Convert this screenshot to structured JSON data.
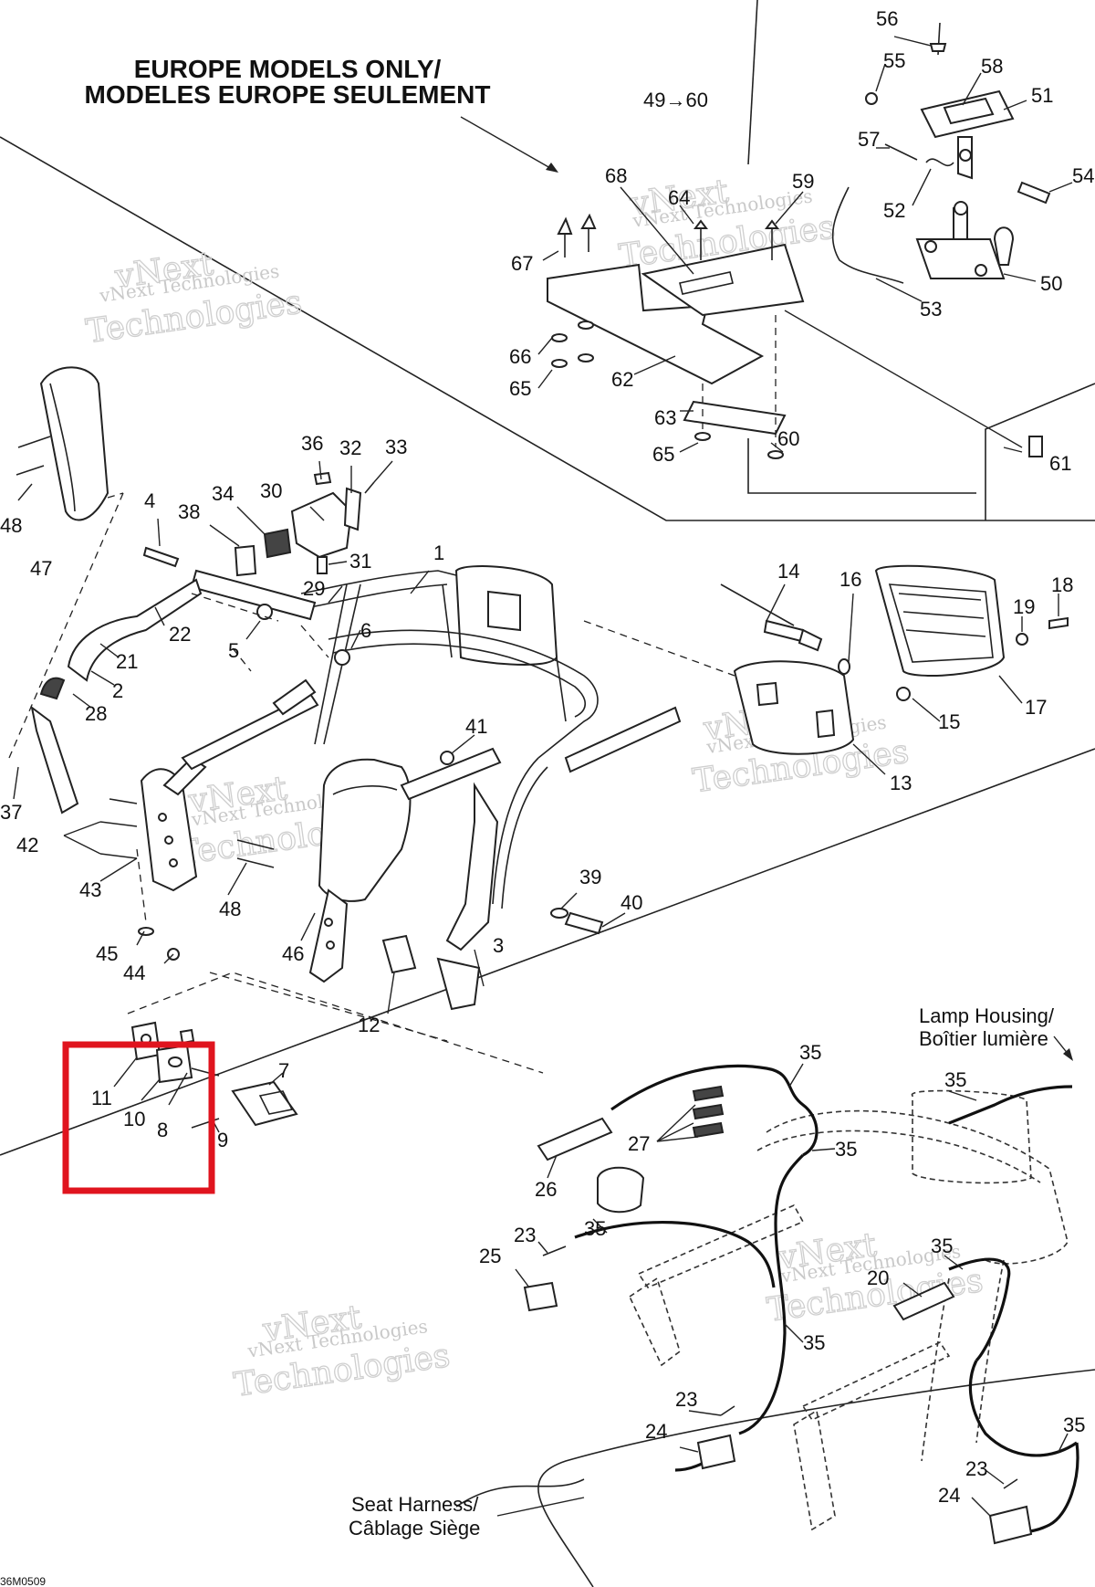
{
  "heading": {
    "line1": "EUROPE MODELS ONLY/",
    "line2": "MODELES EUROPE SEULEMENT"
  },
  "range_label": "49→60",
  "notes": {
    "lamp_housing_en": "Lamp Housing/",
    "lamp_housing_fr": "Boîtier lumière",
    "seat_harness_en": "Seat Harness/",
    "seat_harness_fr": "Câblage Siège"
  },
  "drawing_code": "36M0509",
  "watermark": {
    "line1": "vNext",
    "line2": "vNext Technologies",
    "line3": "Technologies"
  },
  "callouts": [
    {
      "id": "c56",
      "label": "56"
    },
    {
      "id": "c55",
      "label": "55"
    },
    {
      "id": "c58",
      "label": "58"
    },
    {
      "id": "c51",
      "label": "51"
    },
    {
      "id": "c57",
      "label": "57"
    },
    {
      "id": "c54",
      "label": "54"
    },
    {
      "id": "c52",
      "label": "52"
    },
    {
      "id": "c68",
      "label": "68"
    },
    {
      "id": "c64",
      "label": "64"
    },
    {
      "id": "c59",
      "label": "59"
    },
    {
      "id": "c50",
      "label": "50"
    },
    {
      "id": "c67",
      "label": "67"
    },
    {
      "id": "c53",
      "label": "53"
    },
    {
      "id": "c66",
      "label": "66"
    },
    {
      "id": "c62",
      "label": "62"
    },
    {
      "id": "c65a",
      "label": "65"
    },
    {
      "id": "c63",
      "label": "63"
    },
    {
      "id": "c65b",
      "label": "65"
    },
    {
      "id": "c60",
      "label": "60"
    },
    {
      "id": "c61",
      "label": "61"
    },
    {
      "id": "c36",
      "label": "36"
    },
    {
      "id": "c32",
      "label": "32"
    },
    {
      "id": "c33",
      "label": "33"
    },
    {
      "id": "c34",
      "label": "34"
    },
    {
      "id": "c30",
      "label": "30"
    },
    {
      "id": "c38",
      "label": "38"
    },
    {
      "id": "c4",
      "label": "4"
    },
    {
      "id": "c31",
      "label": "31"
    },
    {
      "id": "c48a",
      "label": "48"
    },
    {
      "id": "c47",
      "label": "47"
    },
    {
      "id": "c1",
      "label": "1"
    },
    {
      "id": "c29",
      "label": "29"
    },
    {
      "id": "c22",
      "label": "22"
    },
    {
      "id": "c6",
      "label": "6"
    },
    {
      "id": "c5",
      "label": "5"
    },
    {
      "id": "c21",
      "label": "21"
    },
    {
      "id": "c2",
      "label": "2"
    },
    {
      "id": "c28",
      "label": "28"
    },
    {
      "id": "c14",
      "label": "14"
    },
    {
      "id": "c16",
      "label": "16"
    },
    {
      "id": "c18",
      "label": "18"
    },
    {
      "id": "c19",
      "label": "19"
    },
    {
      "id": "c17",
      "label": "17"
    },
    {
      "id": "c15",
      "label": "15"
    },
    {
      "id": "c41",
      "label": "41"
    },
    {
      "id": "c13",
      "label": "13"
    },
    {
      "id": "c37",
      "label": "37"
    },
    {
      "id": "c42",
      "label": "42"
    },
    {
      "id": "c43",
      "label": "43"
    },
    {
      "id": "c48b",
      "label": "48"
    },
    {
      "id": "c39",
      "label": "39"
    },
    {
      "id": "c40",
      "label": "40"
    },
    {
      "id": "c46",
      "label": "46"
    },
    {
      "id": "c3",
      "label": "3"
    },
    {
      "id": "c45",
      "label": "45"
    },
    {
      "id": "c44",
      "label": "44"
    },
    {
      "id": "c12",
      "label": "12"
    },
    {
      "id": "c7",
      "label": "7"
    },
    {
      "id": "c11",
      "label": "11"
    },
    {
      "id": "c10",
      "label": "10"
    },
    {
      "id": "c8",
      "label": "8"
    },
    {
      "id": "c9",
      "label": "9"
    },
    {
      "id": "c35a",
      "label": "35"
    },
    {
      "id": "c35b",
      "label": "35"
    },
    {
      "id": "c27",
      "label": "27"
    },
    {
      "id": "c35c",
      "label": "35"
    },
    {
      "id": "c26",
      "label": "26"
    },
    {
      "id": "c23a",
      "label": "23"
    },
    {
      "id": "c35d",
      "label": "35"
    },
    {
      "id": "c25",
      "label": "25"
    },
    {
      "id": "c35e",
      "label": "35"
    },
    {
      "id": "c20",
      "label": "20"
    },
    {
      "id": "c35f",
      "label": "35"
    },
    {
      "id": "c23b",
      "label": "23"
    },
    {
      "id": "c24a",
      "label": "24"
    },
    {
      "id": "c35g",
      "label": "35"
    },
    {
      "id": "c23c",
      "label": "23"
    },
    {
      "id": "c24b",
      "label": "24"
    }
  ]
}
